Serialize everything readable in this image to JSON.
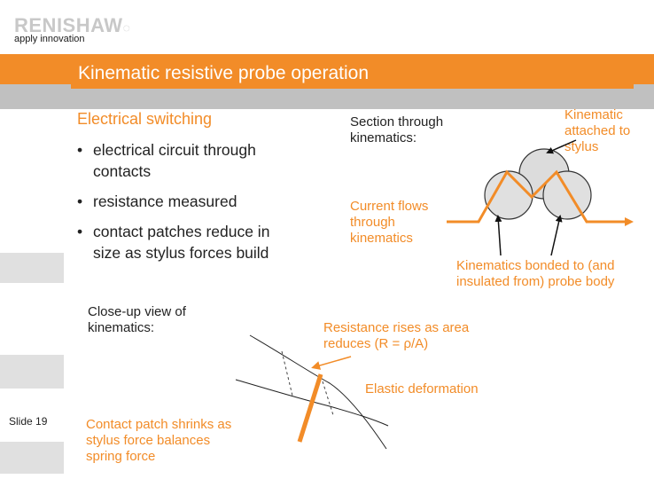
{
  "brand": {
    "logo": "RENISHAW",
    "tagline": "apply innovation"
  },
  "slide_title": "Kinematic resistive probe operation",
  "left": {
    "heading": "Electrical switching",
    "bullets": [
      {
        "line1": "electrical circuit through",
        "line2": "contacts"
      },
      {
        "line1": "resistance measured",
        "line2": ""
      },
      {
        "line1": "contact patches reduce in",
        "line2": "size as stylus forces build"
      }
    ],
    "closeup_label": [
      "Close-up view of",
      "kinematics:"
    ],
    "contact_label": [
      "Contact patch shrinks as",
      "stylus force balances",
      "spring force"
    ]
  },
  "right": {
    "section_label": [
      "Section through",
      "kinematics:"
    ],
    "kinematic_label": [
      "Kinematic",
      "attached to",
      "stylus"
    ],
    "current_label": [
      "Current flows",
      "through",
      "kinematics"
    ],
    "bonded_label": [
      "Kinematics bonded to (and",
      "insulated from) probe body"
    ],
    "resistance_label": [
      "Resistance rises as area",
      "reduces (R = ρ/A)"
    ],
    "elastic_label": "Elastic deformation"
  },
  "footer": {
    "slide_number": "Slide 19"
  },
  "colors": {
    "accent": "#f28c28",
    "band_gray": "#c0c0c0",
    "side_gray": "#e0e0e0"
  }
}
